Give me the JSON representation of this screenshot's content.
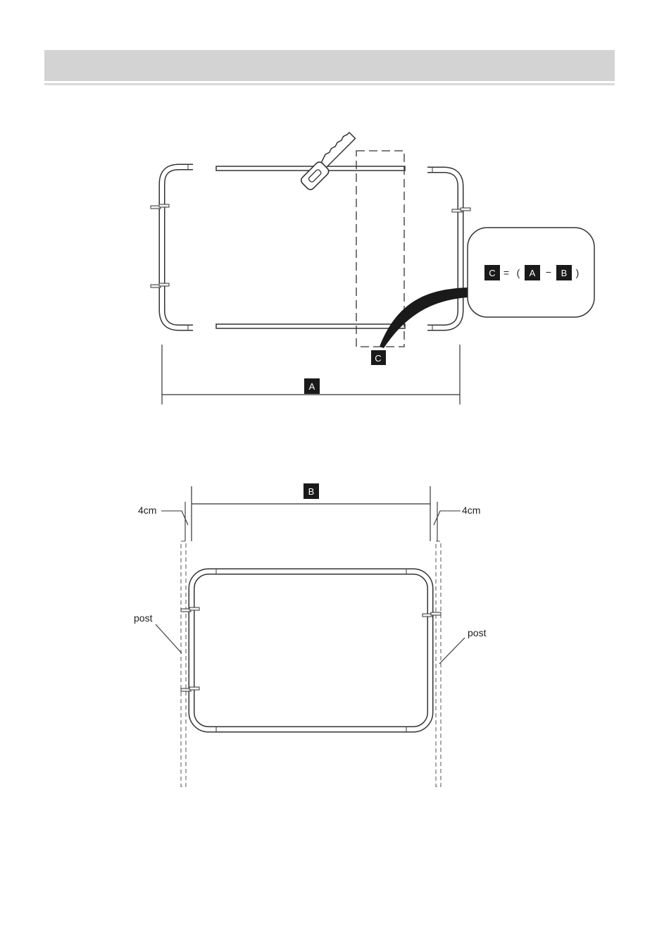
{
  "diagram1": {
    "label_a": "A",
    "label_c": "C",
    "formula": {
      "c": "C",
      "equals": "=",
      "open": "(",
      "a": "A",
      "minus": "−",
      "b": "B",
      "close": ")"
    }
  },
  "diagram2": {
    "label_b": "B",
    "left_offset": "4cm",
    "right_offset": "4cm",
    "left_post": "post",
    "right_post": "post"
  }
}
